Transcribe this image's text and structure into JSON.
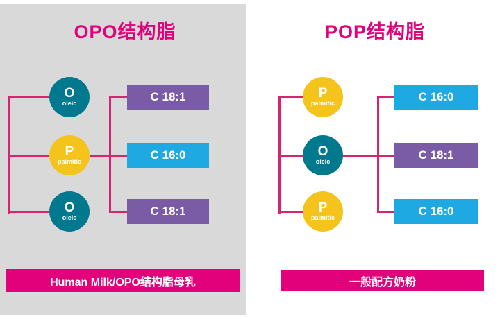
{
  "colors": {
    "accent_magenta": "#e3007b",
    "line_crimson": "#d6246e",
    "teal": "#00798f",
    "yellow": "#f4c41c",
    "purple": "#7a5ba6",
    "cyan": "#1fa9e2",
    "left_panel_bg": "#d9d9d9",
    "right_panel_bg": "#ffffff"
  },
  "left": {
    "title": "OPO结构脂",
    "nodes": [
      {
        "letter": "O",
        "sub": "oleic",
        "color": "#00798f"
      },
      {
        "letter": "P",
        "sub": "palmitic",
        "color": "#f4c41c"
      },
      {
        "letter": "O",
        "sub": "oleic",
        "color": "#00798f"
      }
    ],
    "labels": [
      {
        "text": "C 18:1",
        "color": "#7a5ba6"
      },
      {
        "text": "C 16:0",
        "color": "#1fa9e2"
      },
      {
        "text": "C 18:1",
        "color": "#7a5ba6"
      }
    ],
    "banner": "Human Milk/OPO结构脂母乳"
  },
  "right": {
    "title": "POP结构脂",
    "nodes": [
      {
        "letter": "P",
        "sub": "palmitic",
        "color": "#f4c41c"
      },
      {
        "letter": "O",
        "sub": "oleic",
        "color": "#00798f"
      },
      {
        "letter": "P",
        "sub": "palmitic",
        "color": "#f4c41c"
      }
    ],
    "labels": [
      {
        "text": "C 16:0",
        "color": "#1fa9e2"
      },
      {
        "text": "C 18:1",
        "color": "#7a5ba6"
      },
      {
        "text": "C 16:0",
        "color": "#1fa9e2"
      }
    ],
    "banner": "一般配方奶粉"
  }
}
